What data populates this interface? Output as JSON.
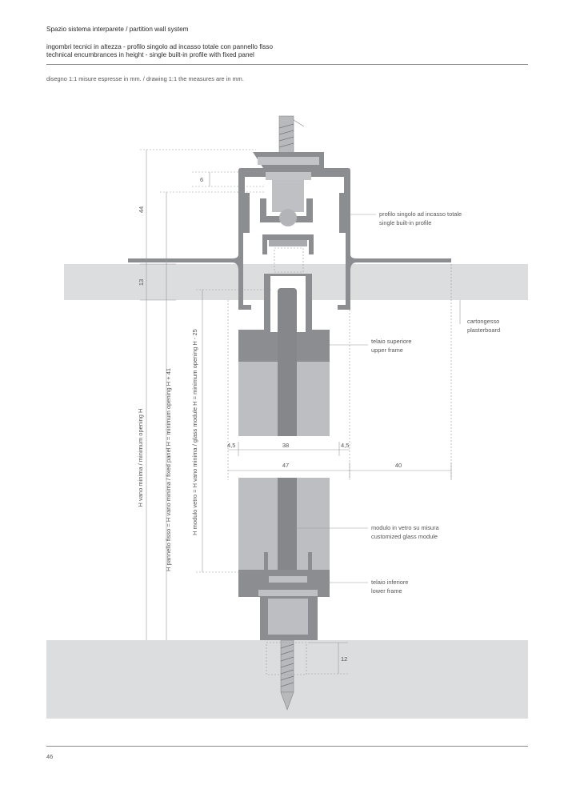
{
  "header": {
    "section_title": "Spazio sistema interparete / partition wall system",
    "title_it": "ingombri tecnici in altezza - profilo singolo ad incasso totale con pannello fisso",
    "title_en": "technical encumbrances in height - single built-in profile with fixed panel",
    "note": "disegno 1:1 misure espresse in mm. / drawing 1:1 the measures are in mm."
  },
  "drawing": {
    "labels": {
      "profile_it": "profilo singolo ad incasso totale",
      "profile_en": "single built-in profile",
      "plasterboard_it": "cartongesso",
      "plasterboard_en": "plasterboard",
      "upper_frame_it": "telaio superiore",
      "upper_frame_en": "upper frame",
      "glass_it": "modulo in vetro su misura",
      "glass_en": "customized glass module",
      "lower_frame_it": "telaio inferiore",
      "lower_frame_en": "lower frame"
    },
    "dimensions": {
      "d44": "44",
      "d13": "13",
      "d6": "6",
      "d4_5_left": "4,5",
      "d38": "38",
      "d4_5_right": "4,5",
      "d47": "47",
      "d40": "40",
      "d12": "12",
      "h_min": "H vano minima / minimum opening H",
      "h_panel": "H pannello fisso = H vano minima / fixed panel H = minimum opening H + 41",
      "h_glass": "H modulo vetro = H vano minima / glass module H = minimum opening H - 25"
    },
    "colors": {
      "profile": "#8c8d90",
      "panel": "#bdbec1",
      "frame": "#9a9b9e",
      "board": "#dcdddf"
    }
  },
  "footer": {
    "page_number": "46"
  }
}
